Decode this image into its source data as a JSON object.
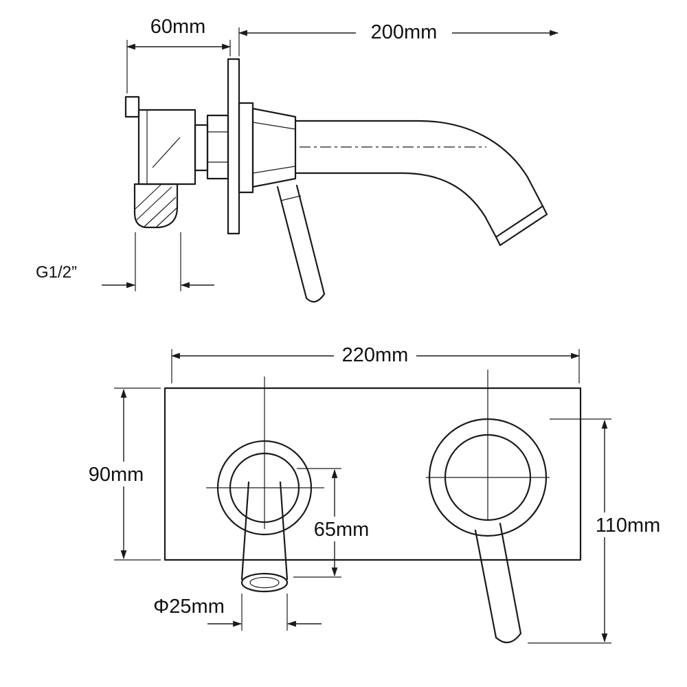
{
  "page": {
    "background": "#ffffff",
    "line_color": "#1a1a1a",
    "description": "Technical dimension drawing of a wall-mounted basin mixer tap, side view above and front face view below"
  },
  "labels": {
    "plate_depth": "60mm",
    "spout_reach": "200mm",
    "inlet_thread": "G1/2”",
    "plate_width": "220mm",
    "plate_height": "90mm",
    "spout_center_drop": "65mm",
    "spout_diameter": "Φ25mm",
    "overall_height": "110mm"
  }
}
